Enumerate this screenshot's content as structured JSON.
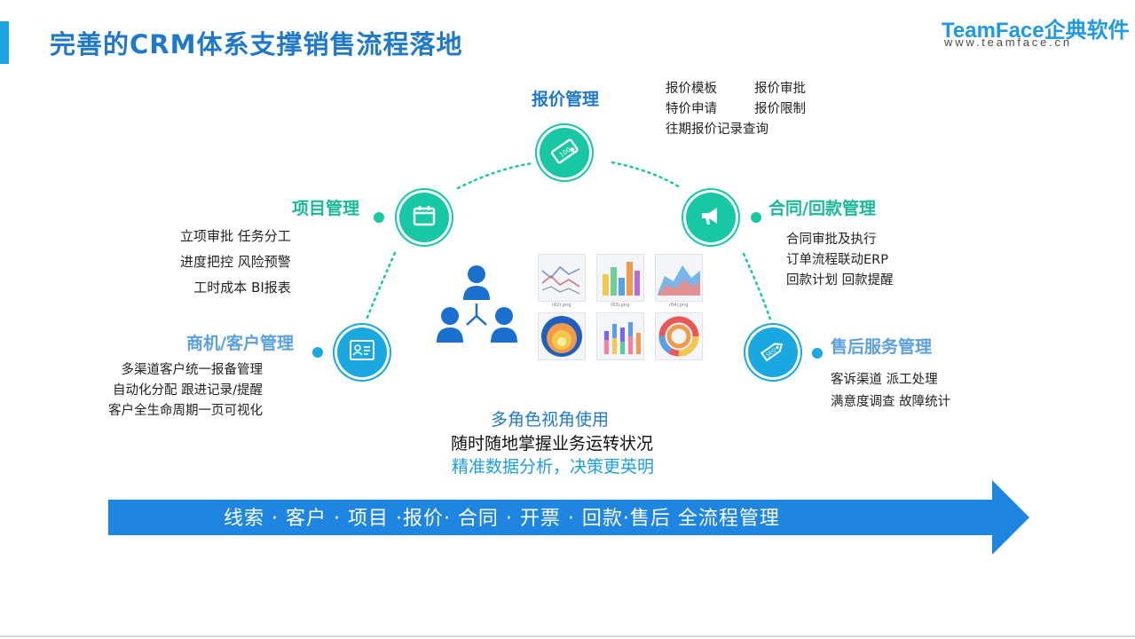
{
  "header": {
    "title": "完善的CRM体系支撑销售流程落地",
    "logo_brand": "TeamFace企典软件",
    "logo_url": "www.teamface.cn"
  },
  "nodes": {
    "quote": {
      "title": "报价管理",
      "items": [
        "报价模板",
        "报价审批",
        "特价申请",
        "报价限制",
        "往期报价记录查询"
      ]
    },
    "project": {
      "title": "项目管理",
      "items": [
        "立项审批 任务分工",
        "进度把控 风险预警",
        "工时成本 BI报表"
      ]
    },
    "contract": {
      "title": "合同/回款管理",
      "items": [
        "合同审批及执行",
        "订单流程联动ERP",
        "回款计划  回款提醒"
      ]
    },
    "opportunity": {
      "title": "商机/客户管理",
      "items": [
        "多渠道客户统一报备管理",
        "自动化分配   跟进记录/提醒",
        "客户全生命周期一页可视化"
      ]
    },
    "aftersales": {
      "title": "售后服务管理",
      "items": [
        "客诉渠道  派工处理",
        "满意度调查  故障统计"
      ]
    }
  },
  "center": {
    "line1": "多角色视角使用",
    "line2": "随时随地掌握业务运转状况",
    "line3": "精准数据分析，决策更英明",
    "thumb_captions": [
      "(62).png",
      "(63).png",
      "(64).png"
    ]
  },
  "arrow": {
    "text": "线索 · 客户 · 项目 ·报价· 合同 · 开票 · 回款·售后 全流程管理"
  },
  "colors": {
    "teal": "#18c8a5",
    "blue": "#19a8e0",
    "title_blue": "#1f78c8",
    "arrow_blue": "#1e86e0"
  }
}
